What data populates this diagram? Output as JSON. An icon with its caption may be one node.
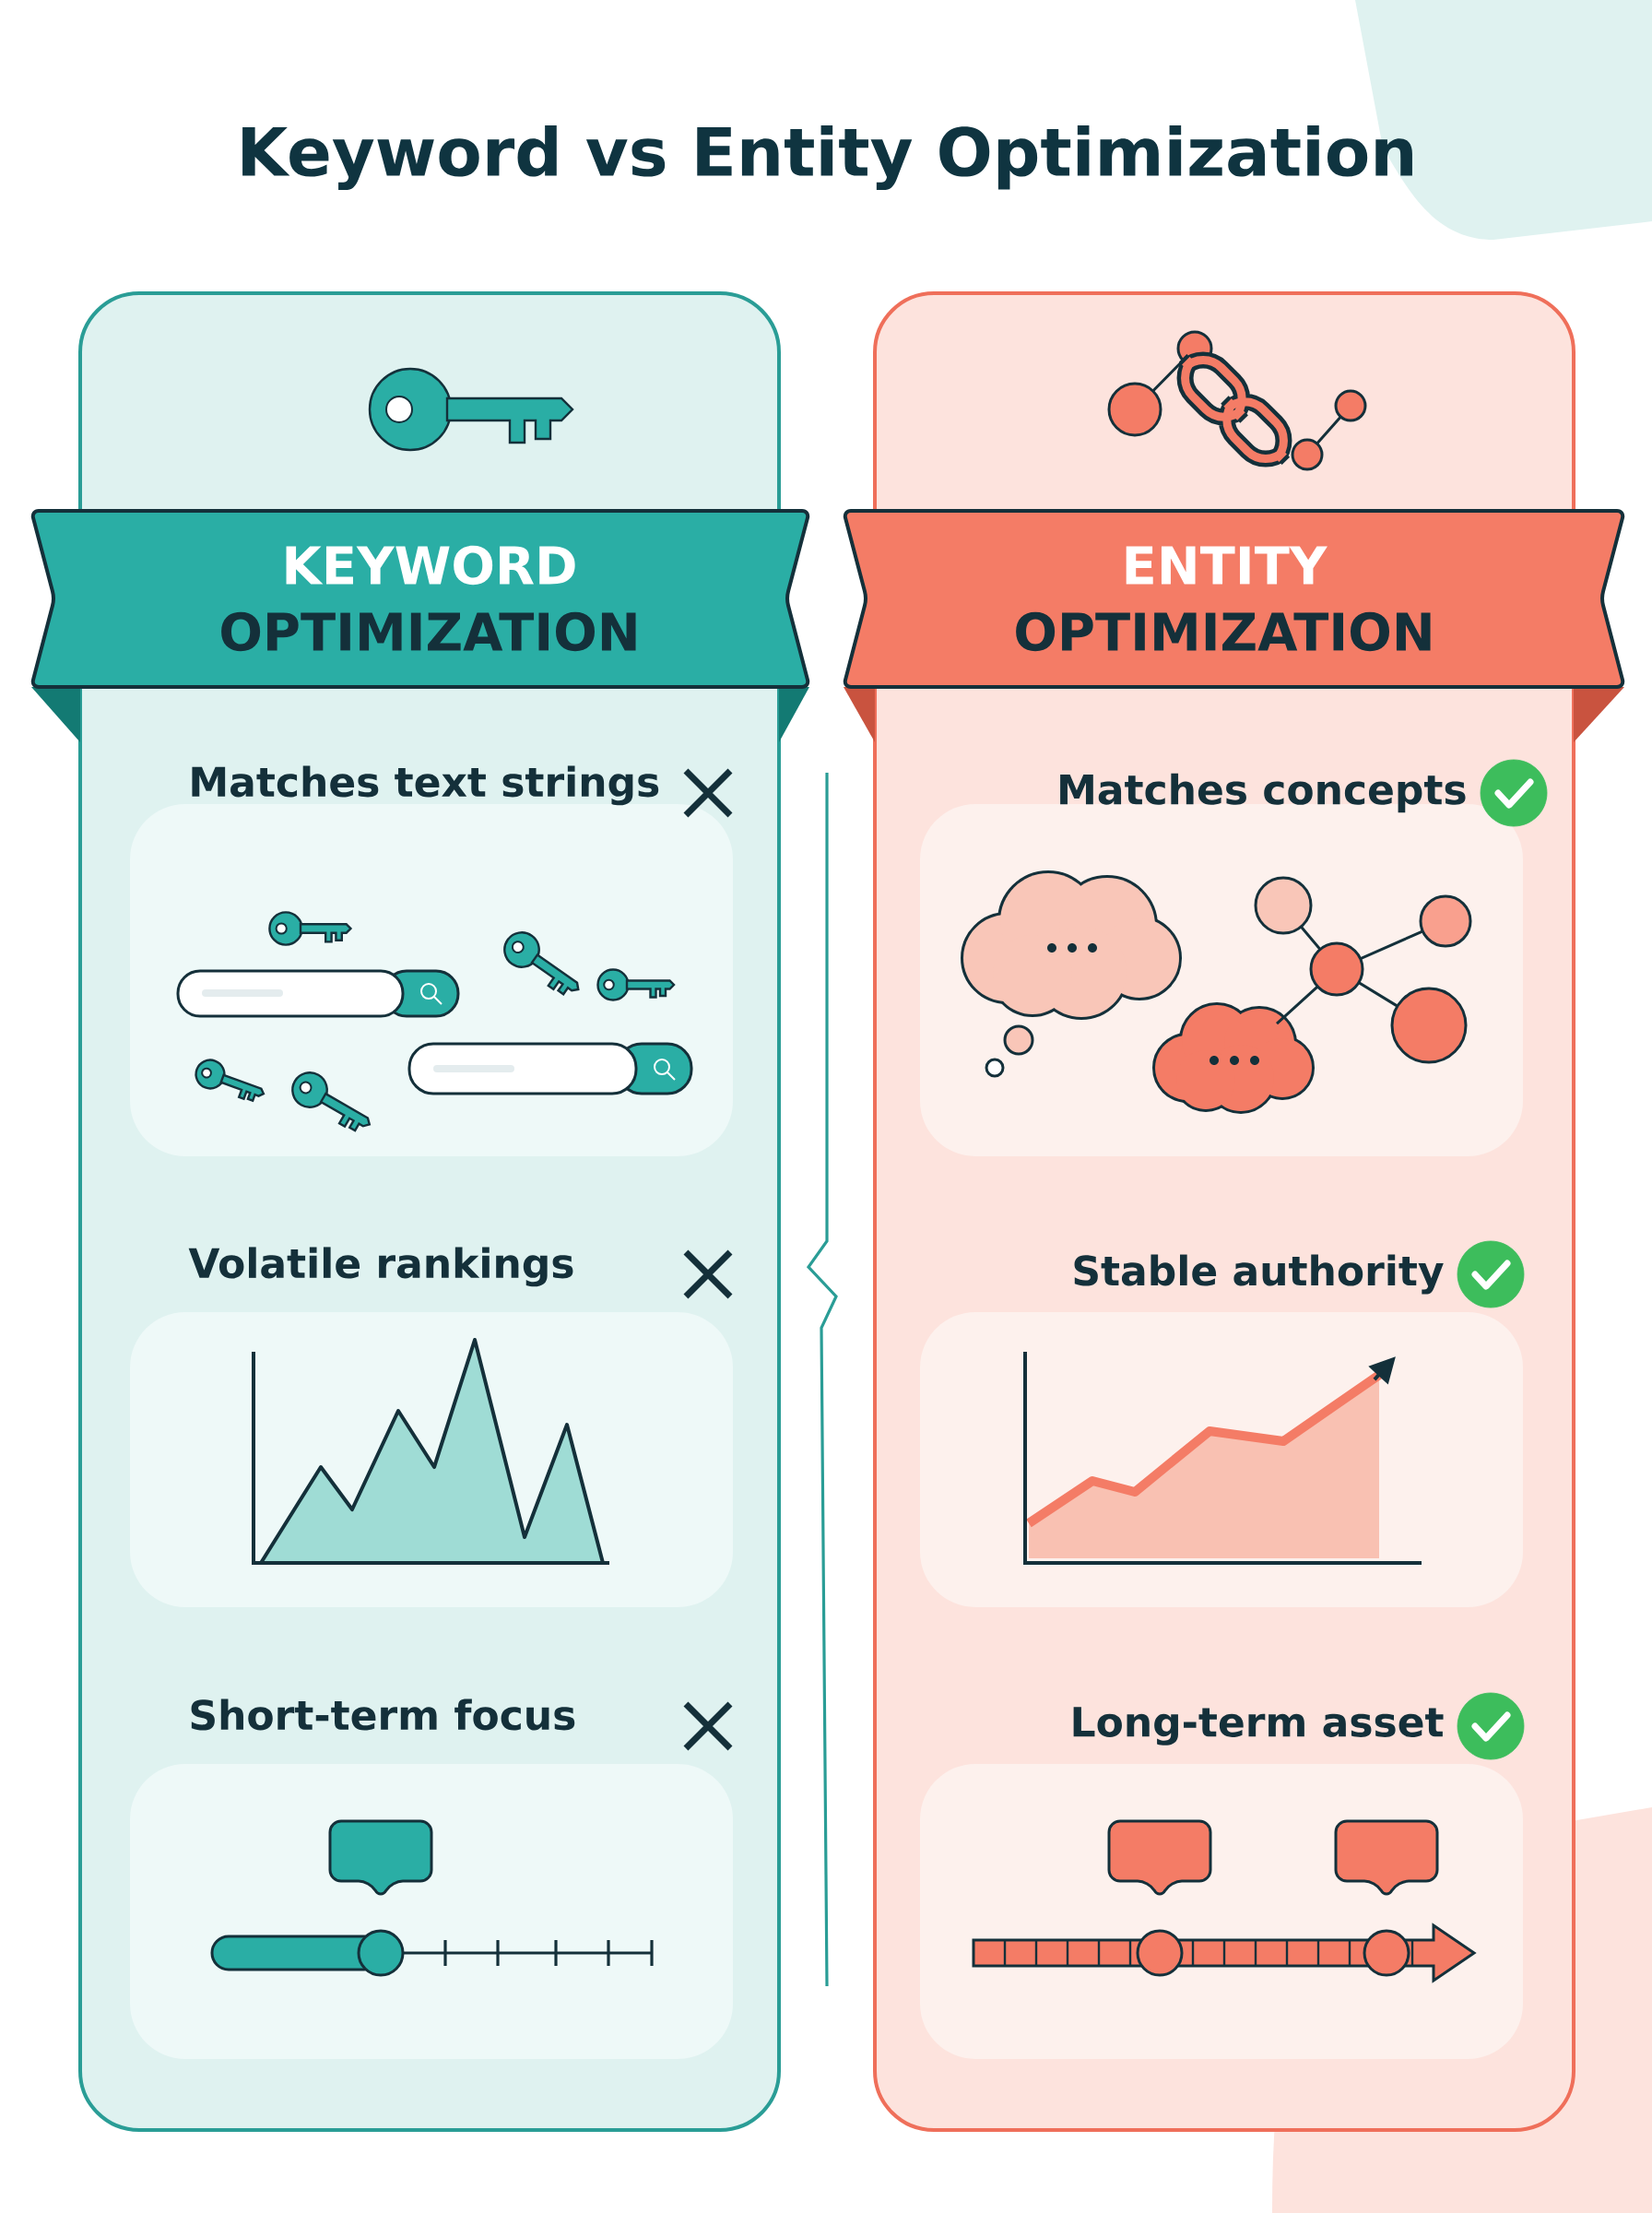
{
  "diagram": {
    "title": "Keyword vs Entity Optimization",
    "nodes": [
      {
        "text": [
          "KEYWORD",
          "OPTIMIZATION"
        ]
      },
      {
        "text": [
          "Matches text strings"
        ],
        "in": 0
      },
      {
        "text": [
          "Volatile rankings"
        ],
        "in": 0
      },
      {
        "text": [
          "Short-term focus"
        ],
        "in": 0
      },
      {
        "text": [
          "ENTITY",
          "OPTIMIZATION"
        ]
      },
      {
        "text": [
          "Matches concepts"
        ],
        "in": 4
      },
      {
        "text": [
          "Stable authority"
        ],
        "in": 4
      },
      {
        "text": [
          "Long-term asset"
        ],
        "in": 4
      }
    ]
  }
}
